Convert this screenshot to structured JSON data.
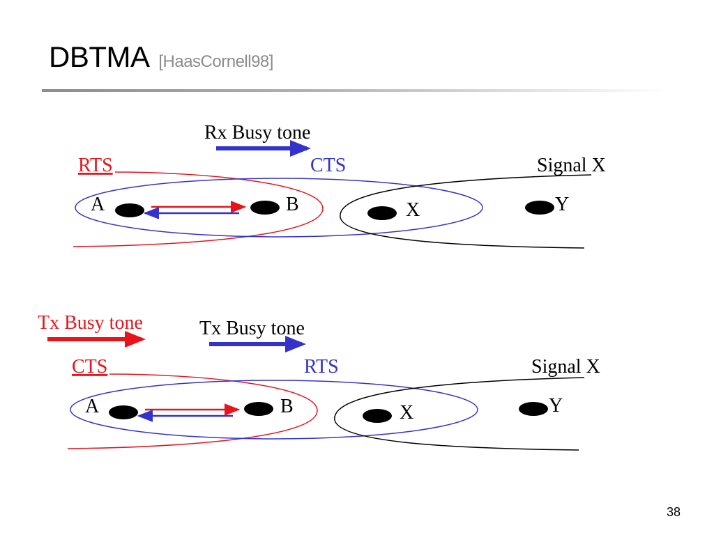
{
  "slide": {
    "title": "DBTMA",
    "citation": "[HaasCornell98]",
    "page_number": "38"
  },
  "colors": {
    "red": "#e8141c",
    "blue": "#3333cc",
    "black": "#000000",
    "rule": "#9a9a9a"
  },
  "top_scenario": {
    "busy_tone_label": "Rx Busy tone",
    "rts_label": "RTS",
    "cts_label": "CTS",
    "signal_label": "Signal X",
    "nodes": {
      "a": "A",
      "b": "B",
      "x": "X",
      "y": "Y"
    }
  },
  "bottom_scenario": {
    "sender_busy_tone_label": "Tx Busy tone",
    "busy_tone_label": "Tx Busy tone",
    "cts_label": "CTS",
    "rts_label": "RTS",
    "signal_label": "Signal X",
    "nodes": {
      "a": "A",
      "b": "B",
      "x": "X",
      "y": "Y"
    }
  }
}
